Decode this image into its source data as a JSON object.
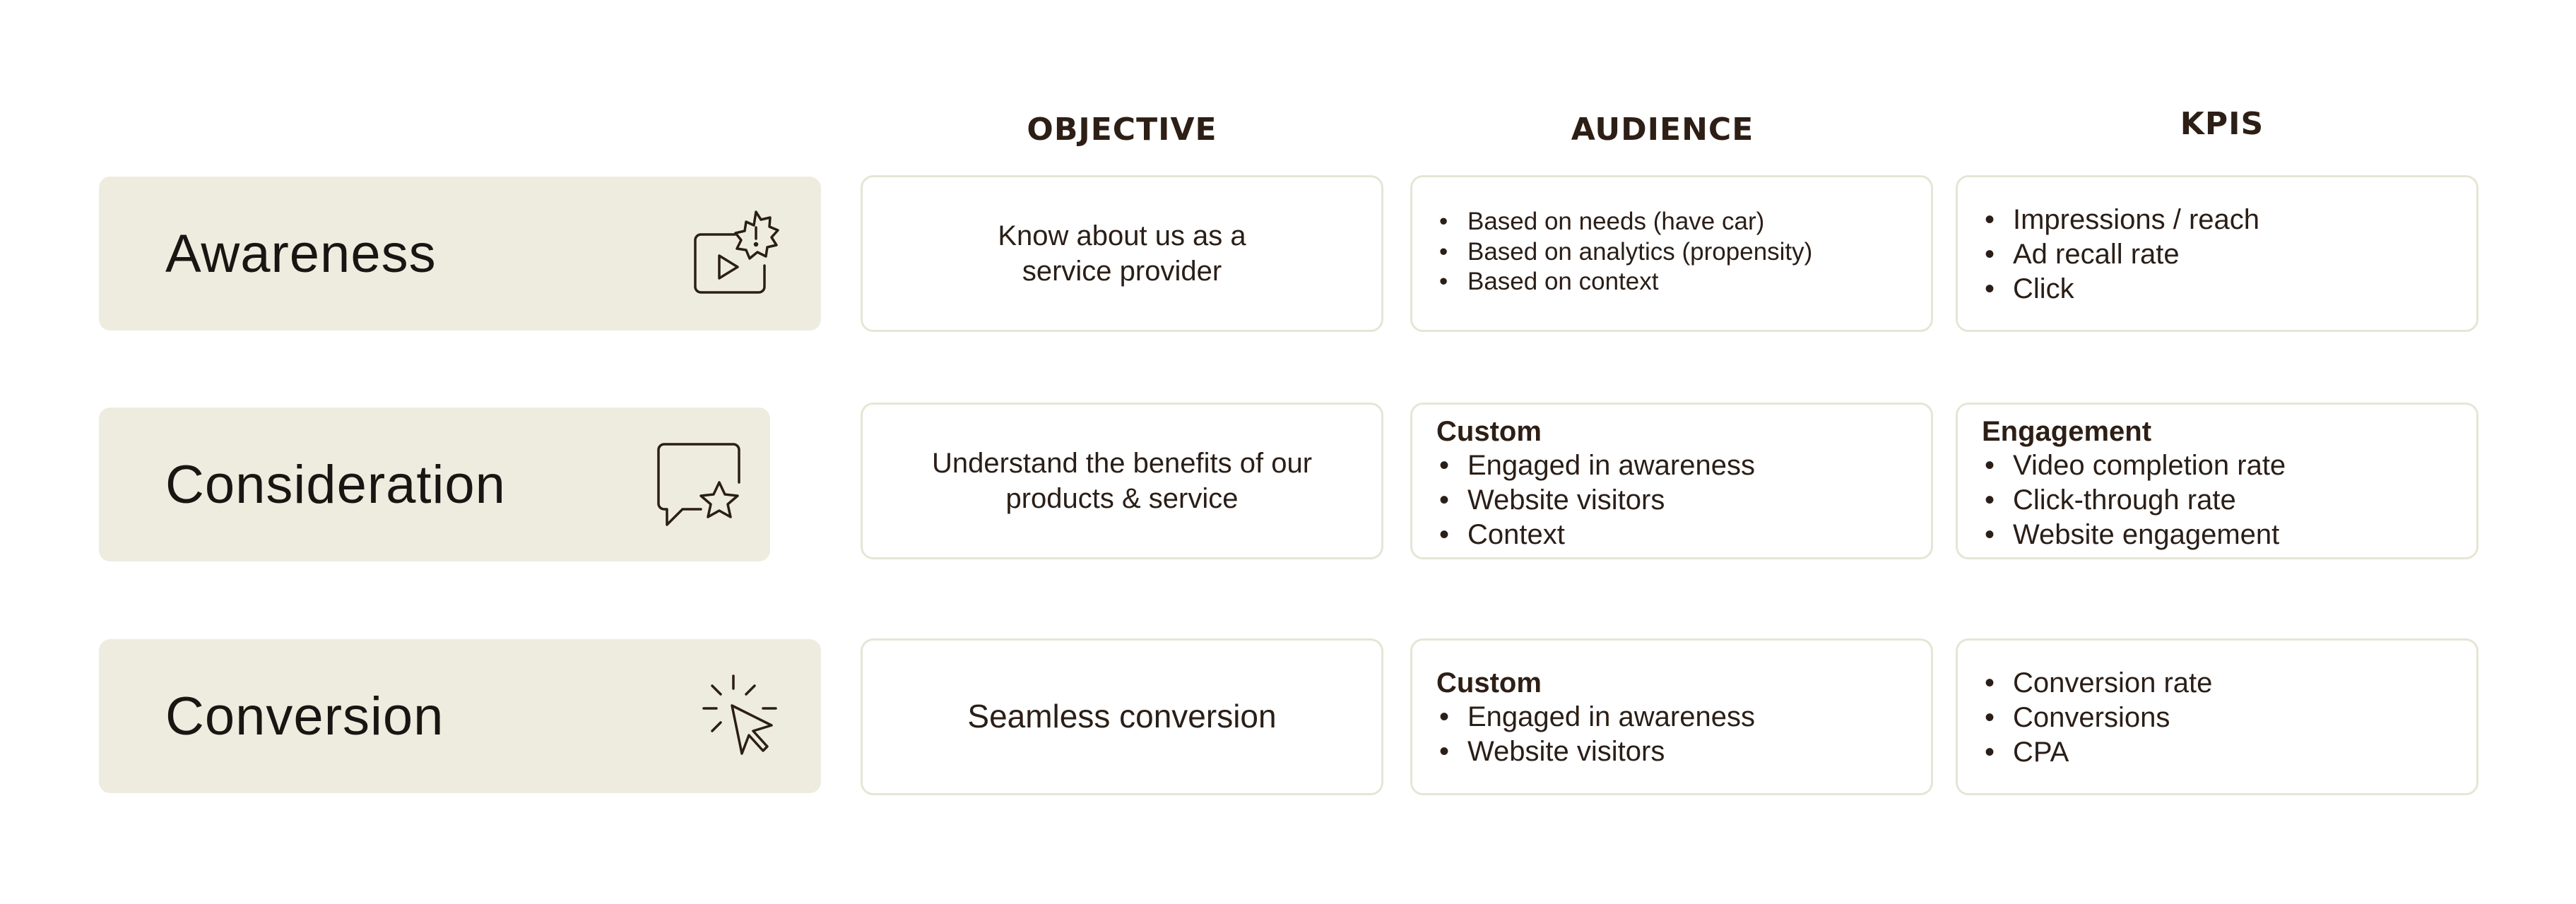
{
  "headers": {
    "objective": "OBJECTIVE",
    "audience": "AUDIENCE",
    "kpis": "KPIS"
  },
  "rows": [
    {
      "stage": "Awareness",
      "icon": "video-alert-icon",
      "objective": "Know about us as a\nservice provider",
      "audience": {
        "heading": "",
        "items": [
          "Based on needs (have car)",
          "Based on analytics (propensity)",
          "Based on context"
        ]
      },
      "kpis": {
        "heading": "",
        "items": [
          "Impressions / reach",
          "Ad recall rate",
          "Click"
        ]
      }
    },
    {
      "stage": "Consideration",
      "icon": "chat-star-icon",
      "objective": "Understand the benefits of our\nproducts & service",
      "audience": {
        "heading": "Custom",
        "items": [
          "Engaged in awareness",
          "Website visitors",
          "Context"
        ]
      },
      "kpis": {
        "heading": "Engagement",
        "items": [
          "Video completion rate",
          "Click-through rate",
          "Website engagement"
        ]
      }
    },
    {
      "stage": "Conversion",
      "icon": "cursor-click-icon",
      "objective": "Seamless conversion",
      "audience": {
        "heading": "Custom",
        "items": [
          "Engaged in awareness",
          "Website visitors"
        ]
      },
      "kpis": {
        "heading": "",
        "items": [
          "Conversion rate",
          "Conversions",
          "CPA"
        ]
      }
    }
  ],
  "colors": {
    "stage_bg": "#eeecdf",
    "card_border": "#e6e5d6",
    "text": "#2a1e17"
  }
}
